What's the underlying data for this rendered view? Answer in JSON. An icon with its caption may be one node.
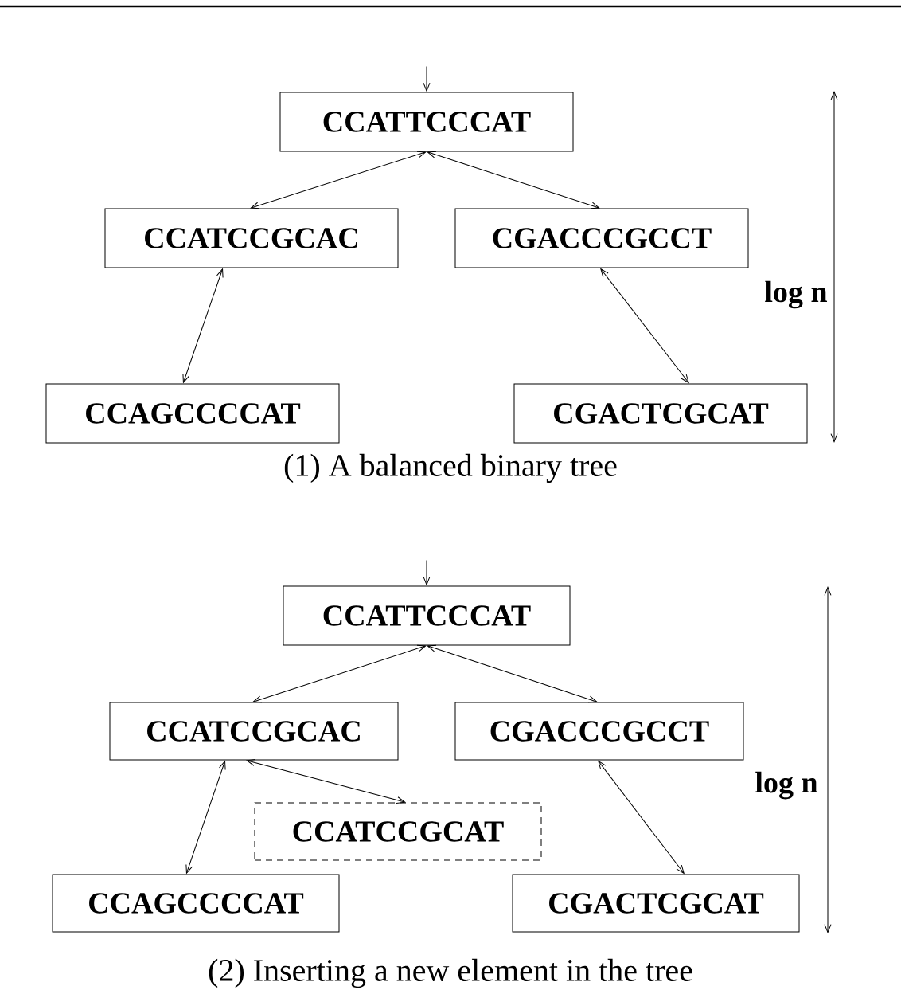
{
  "diagram": {
    "nodes": [
      {
        "text": [
          "CCATTCCCAT"
        ]
      },
      {
        "text": [
          "CCATCCGCAC"
        ]
      },
      {
        "text": [
          "CGACCCGCCT"
        ]
      },
      {
        "text": [
          "CCAGCCCCAT"
        ]
      },
      {
        "text": [
          "CGACTCGCAT"
        ]
      },
      {
        "text": [
          "CCATTCCCAT"
        ]
      },
      {
        "text": [
          "CCATCCGCAC"
        ]
      },
      {
        "text": [
          "CGACCCGCCT"
        ]
      },
      {
        "text": [
          "CCAGCCCCAT"
        ]
      },
      {
        "text": [
          "CGACTCGCAT"
        ]
      },
      {
        "text": [
          "CCATCCGCAT"
        ]
      }
    ],
    "edges": [
      {
        "from": null,
        "to": 0,
        "arrow": "to"
      },
      {
        "from": 0,
        "to": 1,
        "arrow": "both"
      },
      {
        "from": 0,
        "to": 2,
        "arrow": "both"
      },
      {
        "from": 1,
        "to": 3,
        "arrow": "both"
      },
      {
        "from": 2,
        "to": 4,
        "arrow": "both"
      },
      {
        "from": null,
        "to": 5,
        "arrow": "to"
      },
      {
        "from": 5,
        "to": 6,
        "arrow": "both"
      },
      {
        "from": 5,
        "to": 7,
        "arrow": "both"
      },
      {
        "from": 6,
        "to": 8,
        "arrow": "both"
      },
      {
        "from": 7,
        "to": 9,
        "arrow": "both"
      },
      {
        "from": 6,
        "to": 10,
        "arrow": "both"
      }
    ],
    "labels": [
      "log n",
      "(1) A balanced binary tree",
      "log n",
      "(2) Inserting a new element in the tree"
    ]
  }
}
